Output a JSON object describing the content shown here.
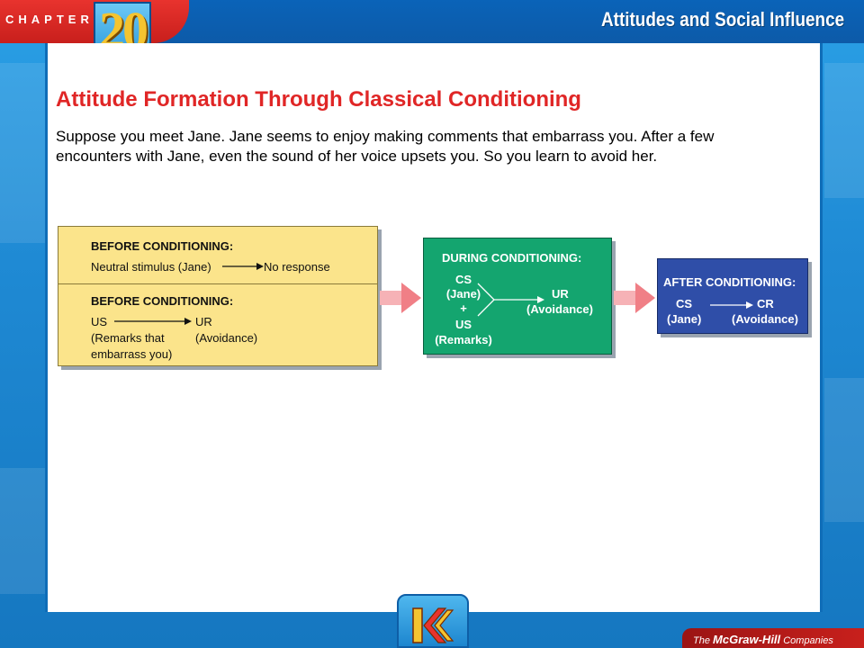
{
  "header": {
    "chapter_word": "CHAPTER",
    "chapter_number": "20",
    "title": "Attitudes and Social Influence"
  },
  "slide": {
    "title": "Attitude Formation Through Classical Conditioning",
    "body": "Suppose you meet Jane. Jane seems to enjoy making comments that embarrass you. After a few encounters with Jane, even the sound of her voice upsets you. So you learn to avoid her."
  },
  "diagram": {
    "before1": {
      "heading": "BEFORE CONDITIONING:",
      "stimulus": "Neutral stimulus (Jane)",
      "response": "No response"
    },
    "before2": {
      "heading": "BEFORE CONDITIONING:",
      "us": "US",
      "ur": "UR",
      "us_desc_1": "(Remarks that",
      "us_desc_2": "embarrass you)",
      "ur_desc": "(Avoidance)"
    },
    "during": {
      "heading": "DURING CONDITIONING:",
      "cs": "CS",
      "cs_desc": "(Jane)",
      "plus": "+",
      "us": "US",
      "us_desc": "(Remarks)",
      "ur": "UR",
      "ur_desc": "(Avoidance)"
    },
    "after": {
      "heading": "AFTER CONDITIONING:",
      "cs": "CS",
      "cs_desc": "(Jane)",
      "cr": "CR",
      "cr_desc": "(Avoidance)"
    }
  },
  "footer": {
    "publisher_prefix": "The",
    "publisher_name": "McGraw-Hill",
    "publisher_suffix": "Companies"
  },
  "colors": {
    "title_red": "#e02626",
    "before_yellow": "#fbe48b",
    "during_green": "#14a56f",
    "after_blue": "#2f4ea8",
    "arrow_pink": "#f07f86"
  },
  "icons": {
    "nav": "back-arrow-icon"
  }
}
